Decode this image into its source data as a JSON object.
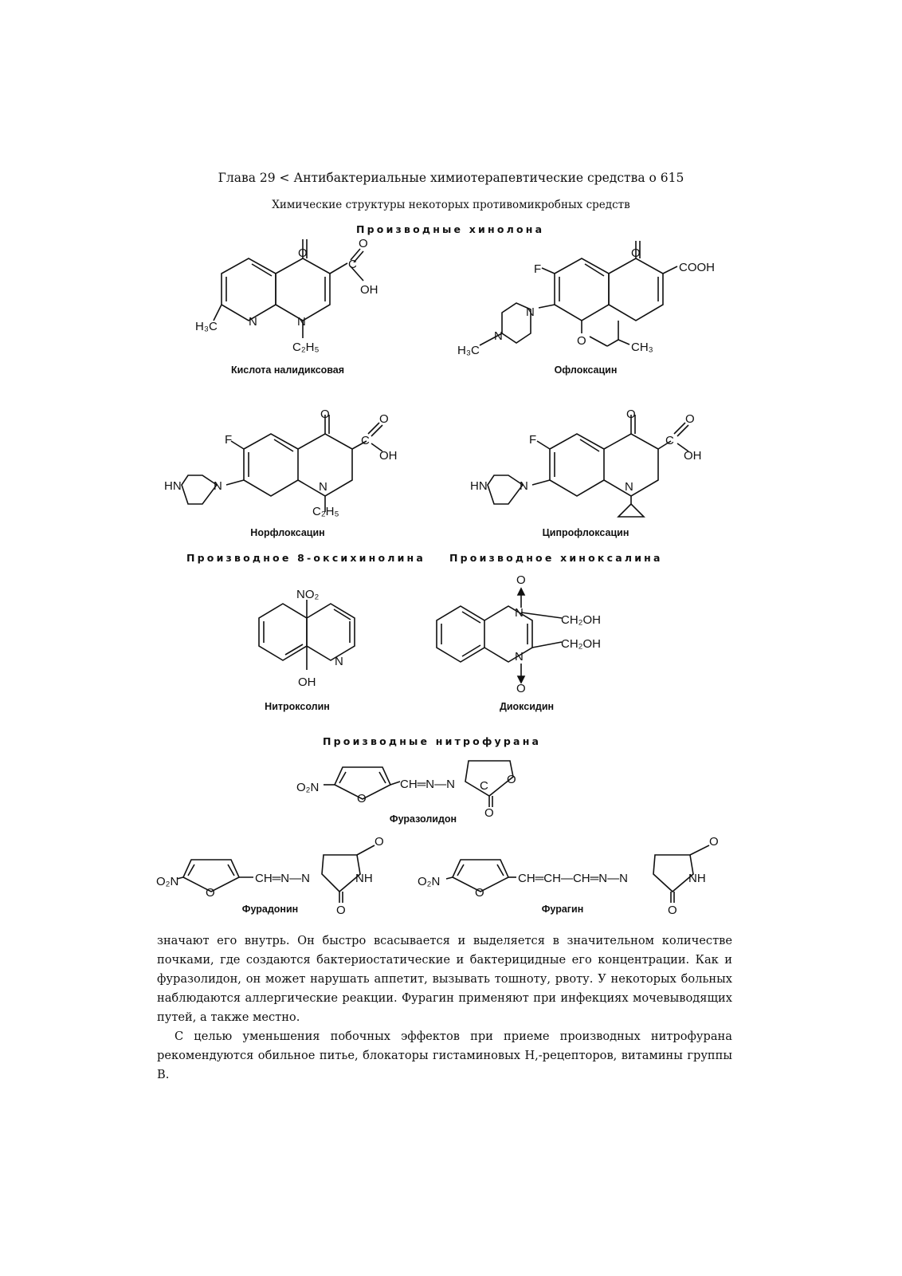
{
  "header": {
    "running_head": "Глава 29 < Антибактериальные химиотерапевтические средства о 615",
    "figure_caption": "Химические структуры некоторых противомикробных средств"
  },
  "groups": {
    "quinolone": "Производные хинолона",
    "oxyquinoline": "Производное 8-оксихинолина",
    "quinoxaline": "Производное хиноксалина",
    "nitrofuran": "Производные нитрофурана"
  },
  "compounds": {
    "nalidixic": "Кислота налидиксовая",
    "ofloxacin": "Офлоксацин",
    "norfloxacin": "Норфлоксацин",
    "ciprofloxacin": "Ципрофлоксацин",
    "nitroxoline": "Нитроксолин",
    "dioxidine": "Диоксидин",
    "furazolidone": "Фуразолидон",
    "furadonin": "Фурадонин",
    "furagin": "Фурагин"
  },
  "atoms": {
    "o": "O",
    "oh": "OH",
    "n": "N",
    "f": "F",
    "hn": "HN",
    "nh": "NH",
    "cooh": "COOH",
    "c": "C",
    "ch": "CH",
    "ch_dbl": "CH═N",
    "h3c": "H₃C",
    "ch3": "CH₃",
    "c2h5": "C₂H₅",
    "no2": "NO₂",
    "o2n": "O₂N",
    "ch2oh": "CH₂OH",
    "chain_furazolidone": "CH═N—N",
    "chain_furagin": "CH═CH—CH═N—N",
    "chain_furadonin": "CH═N—N"
  },
  "body": {
    "paragraph1": "значают его внутрь. Он быстро всасывается и выделяется в значительном количестве почками, где создаются бактериостатические и бактерицидные его концентрации. Как и фуразолидон, он может нарушать аппетит, вызывать тошноту, рвоту. У некоторых больных наблюдаются аллергические реакции. Фурагин применяют при инфекциях мочевыводящих путей, а также местно.",
    "paragraph2": "С целью уменьшения побочных эффектов при приеме производных нитрофурана рекомендуются обильное питье, блокаторы гистаминовых H,-рецепторов, витамины группы В."
  }
}
